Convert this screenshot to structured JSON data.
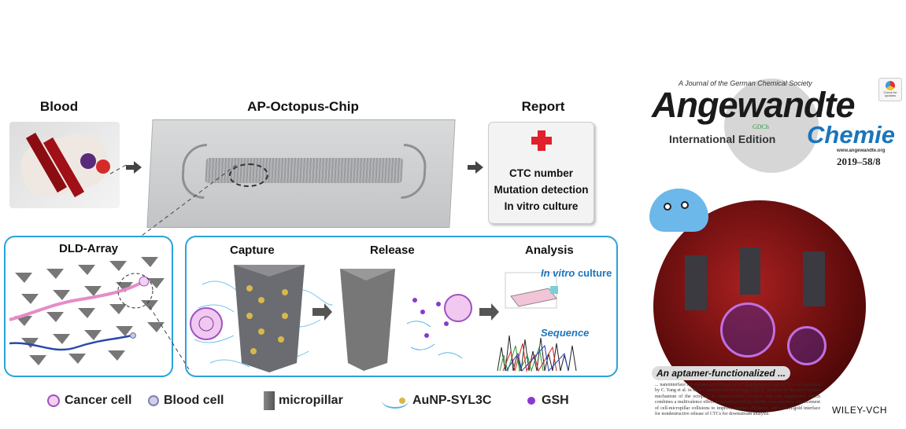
{
  "workflow": {
    "blood_label": "Blood",
    "chip_label": "AP-Octopus-Chip",
    "report_label": "Report",
    "report_lines": [
      "CTC number",
      "Mutation detection",
      "In vitro culture"
    ]
  },
  "dld": {
    "title": "DLD-Array"
  },
  "process": {
    "capture": "Capture",
    "release": "Release",
    "analysis": "Analysis",
    "invitro_em": "In vitro",
    "invitro_rest": " culture",
    "sequence": "Sequence"
  },
  "legend": {
    "cancer_cell": "Cancer cell",
    "blood_cell": "Blood cell",
    "micropillar": "micropillar",
    "aunp": "AuNP-SYL3C",
    "gsh": "GSH"
  },
  "cover": {
    "society": "A Journal of the German Chemical Society",
    "title1": "Angewandte",
    "title2": "Chemie",
    "gdch": "GDCh",
    "edition": "International Edition",
    "url": "www.angewandte.org",
    "issue": "2019–58/8",
    "check_updates": "Check for updates",
    "headline": "An aptamer-functionalized ...",
    "blurb": "... nanointerface for capture and release of circulating tumor cells (CTCs) is described by C. Yang et al. in their Communication on page 2236 ff. Inspired by the prey capture mechanism of the octopus, an aptamer-tailed octopus chip was engineered, which combines a multivalence effect to enhance binding affinity, size-selective enhancement of cell-micropillar collisions to improve capture efficiency, and a thiol-gold interface for nondestructive release of CTCs for downstream analysis.",
    "publisher": "WILEY-VCH"
  },
  "colors": {
    "accent": "#29a3d9",
    "red_cross": "#e0202a",
    "chemie_blue": "#1b75bc"
  }
}
